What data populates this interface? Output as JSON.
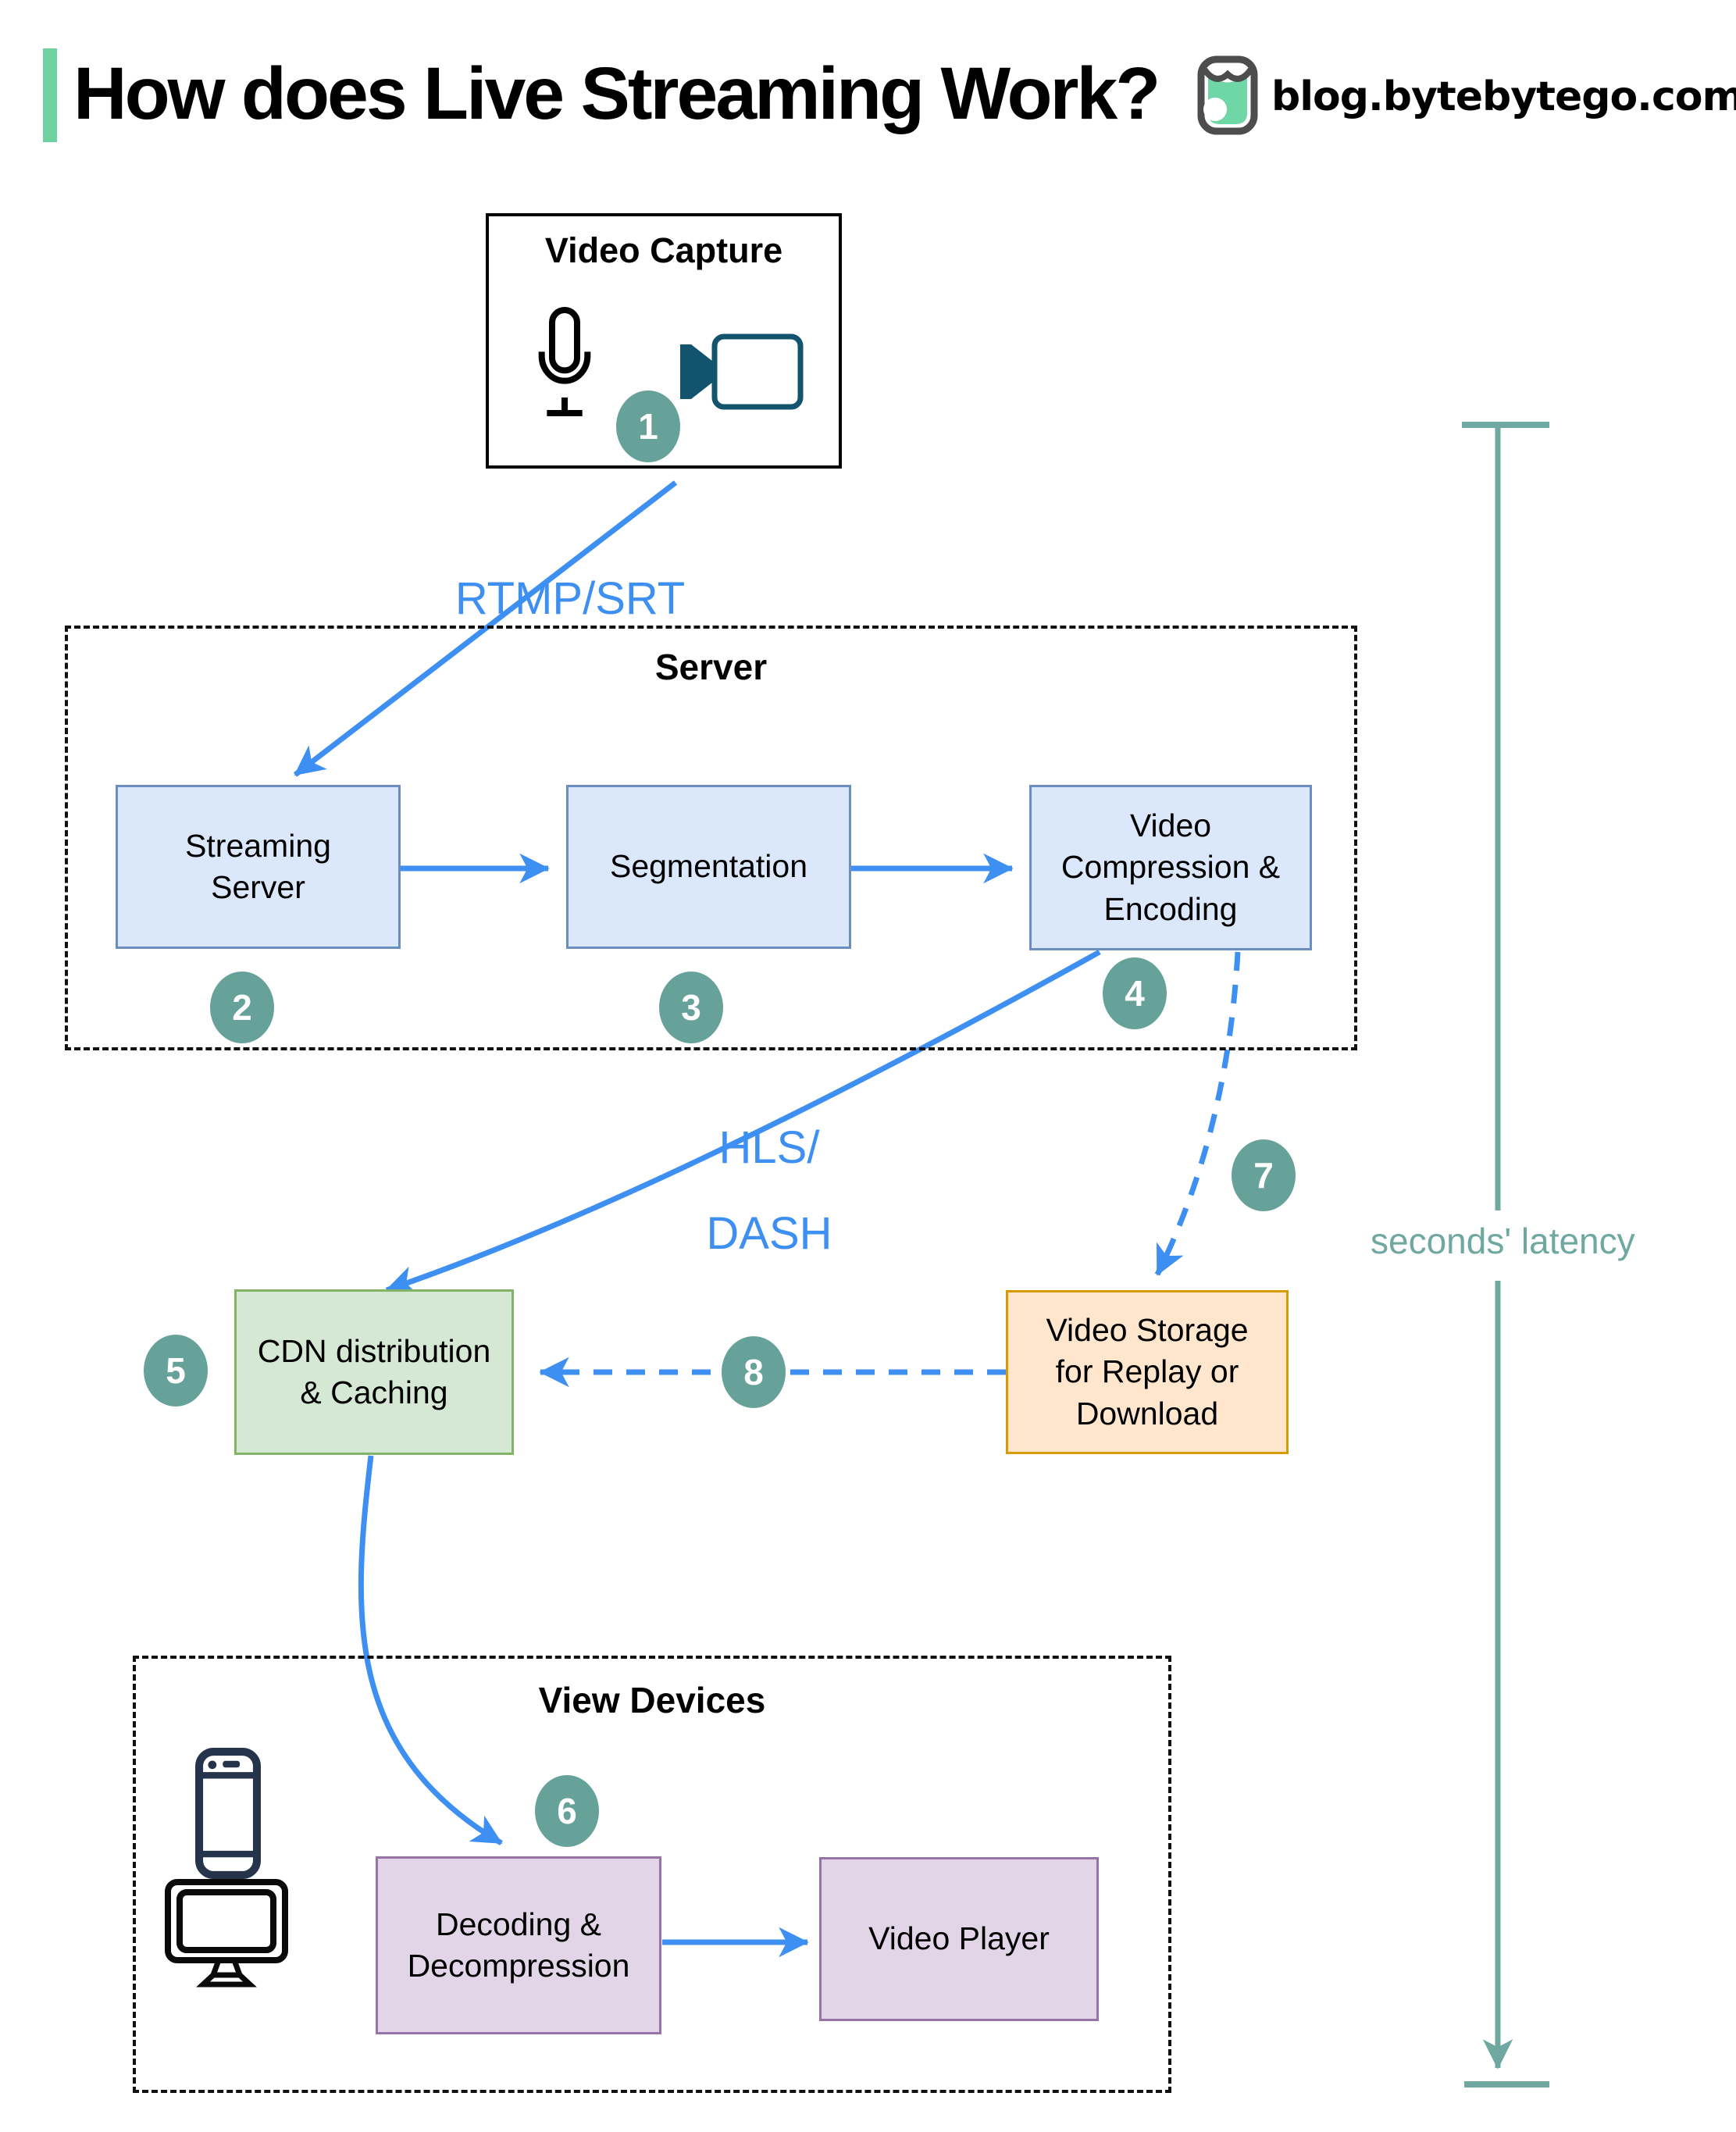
{
  "header": {
    "title": "How does Live Streaming Work?",
    "site": "blog.bytebytego.com"
  },
  "groups": {
    "server": "Server",
    "view_devices": "View Devices"
  },
  "nodes": {
    "video_capture": "Video Capture",
    "streaming_server": "Streaming\nServer",
    "segmentation": "Segmentation",
    "video_compression": "Video\nCompression &\nEncoding",
    "cdn": "CDN distribution\n& Caching",
    "video_storage": "Video Storage\nfor Replay or\nDownload",
    "decoding": "Decoding &\nDecompression",
    "video_player": "Video Player"
  },
  "steps": [
    "1",
    "2",
    "3",
    "4",
    "5",
    "6",
    "7",
    "8"
  ],
  "labels": {
    "rtmp": "RTMP/SRT",
    "hls_dash": "HLS/\nDASH",
    "latency": "seconds' latency"
  },
  "icons": {
    "logo": "bytebytego-owl-logo",
    "microphone": "microphone-icon",
    "video_camera": "video-camera-icon",
    "smartphone": "smartphone-icon",
    "desktop_monitor": "desktop-monitor-icon"
  },
  "colors": {
    "accent": "#6fd0a0",
    "arrow_blue": "#3d8ff2",
    "step_circle": "#67a29a",
    "latency": "#6fa8a0",
    "server_node_fill": "#dbe8fc",
    "server_node_border": "#6c8ebf",
    "cdn_fill": "#d5e8d4",
    "cdn_border": "#82b366",
    "storage_fill": "#ffe6cc",
    "storage_border": "#d79b00",
    "device_fill": "#e1d5e7",
    "device_border": "#9673a6"
  }
}
